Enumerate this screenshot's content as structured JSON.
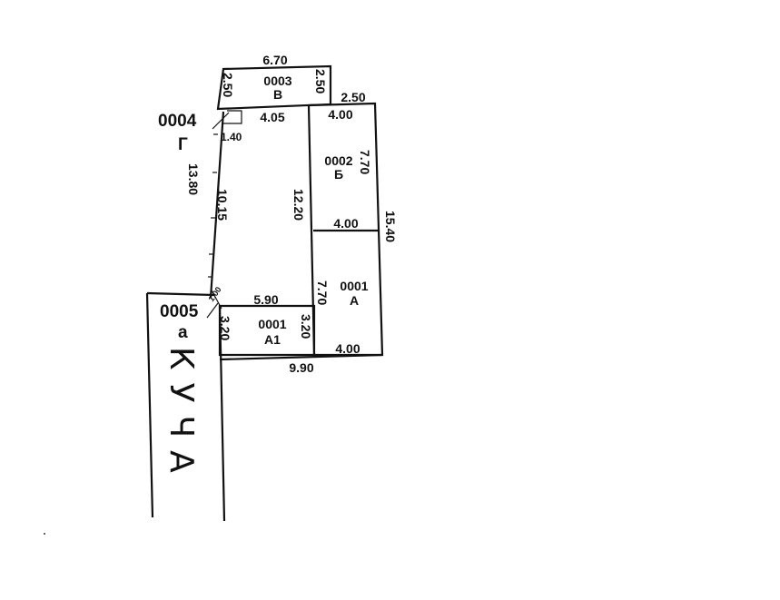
{
  "plan": {
    "rooms": {
      "v": {
        "code": "0003",
        "letter": "В"
      },
      "b": {
        "code": "0002",
        "letter": "Б"
      },
      "a": {
        "code": "0001",
        "letter": "А"
      },
      "a1": {
        "code": "0001",
        "letter": "А1"
      }
    },
    "markers": {
      "g": {
        "code": "0004",
        "letter": "Г",
        "size": "1.40"
      },
      "a": {
        "code": "0005",
        "letter": "а",
        "size": "1.00"
      }
    },
    "dimensions": {
      "v_top": "6.70",
      "v_left": "2.50",
      "v_right": "2.50",
      "east_step": "2.50",
      "court_top": "4.05",
      "b_top": "4.00",
      "b_side": "7.70",
      "b_bottom": "4.00",
      "east_total": "15.40",
      "mid_wall": "12.20",
      "west_outer": "13.80",
      "west_inner": "10.15",
      "a_side": "7.70",
      "a_bottom": "4.00",
      "a1_top": "5.90",
      "a1_left": "3.20",
      "a1_right": "3.20",
      "bottom_total": "9.90"
    },
    "street": {
      "label": "КУЧА"
    }
  }
}
